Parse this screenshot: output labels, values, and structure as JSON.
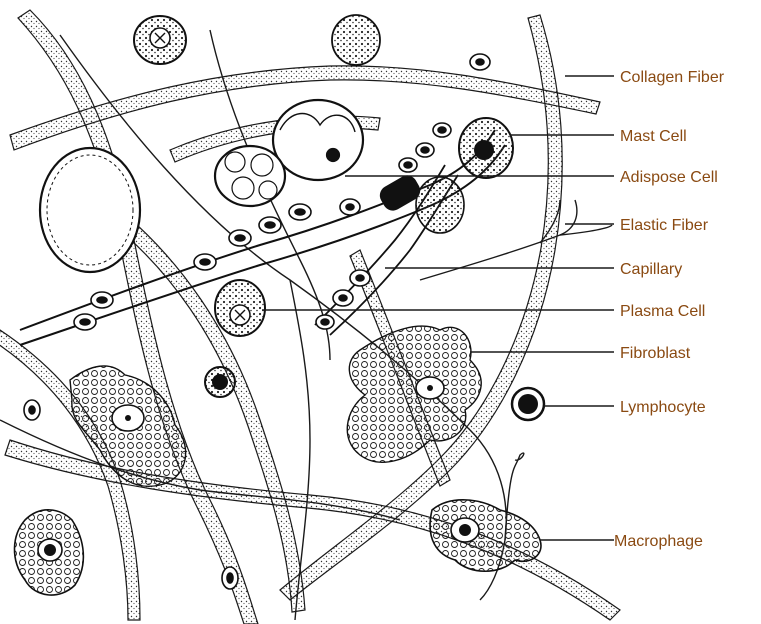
{
  "diagram": {
    "labels": [
      {
        "id": "collagen-fiber",
        "text": "Collagen Fiber"
      },
      {
        "id": "mast-cell",
        "text": "Mast Cell"
      },
      {
        "id": "adipose-cell",
        "text": "Adispose Cell"
      },
      {
        "id": "elastic-fiber",
        "text": "Elastic Fiber"
      },
      {
        "id": "capillary",
        "text": "Capillary"
      },
      {
        "id": "plasma-cell",
        "text": "Plasma Cell"
      },
      {
        "id": "fibroblast",
        "text": "Fibroblast"
      },
      {
        "id": "lymphocyte",
        "text": "Lymphocyte"
      },
      {
        "id": "macrophage",
        "text": "Macrophage"
      }
    ],
    "colors": {
      "label_text": "#8a4a12",
      "ink": "#1a1a1a",
      "background": "#ffffff"
    }
  }
}
